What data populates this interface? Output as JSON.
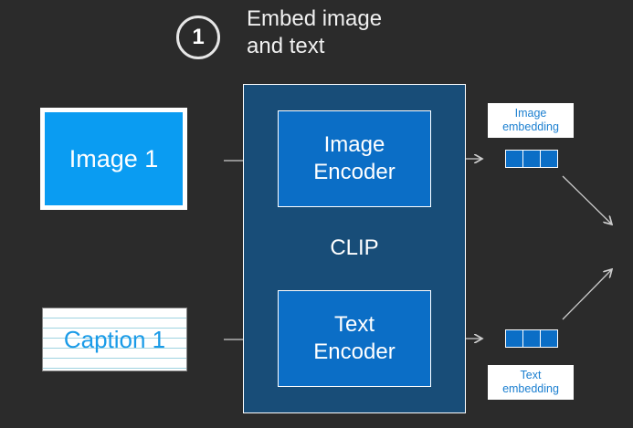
{
  "step": {
    "number": "1",
    "title_line1": "Embed image",
    "title_line2": "and text"
  },
  "inputs": {
    "image": "Image 1",
    "caption": "Caption 1"
  },
  "clip": {
    "label": "CLIP",
    "image_encoder": [
      "Image",
      "Encoder"
    ],
    "text_encoder": [
      "Text",
      "Encoder"
    ]
  },
  "embeddings": {
    "image": [
      "Image",
      "embedding"
    ],
    "text": [
      "Text",
      "embedding"
    ]
  },
  "colors": {
    "background": "#2b2b2b",
    "clip": "#184d78",
    "encoder": "#0b6ec6",
    "image_box": "#0a9cf2"
  }
}
